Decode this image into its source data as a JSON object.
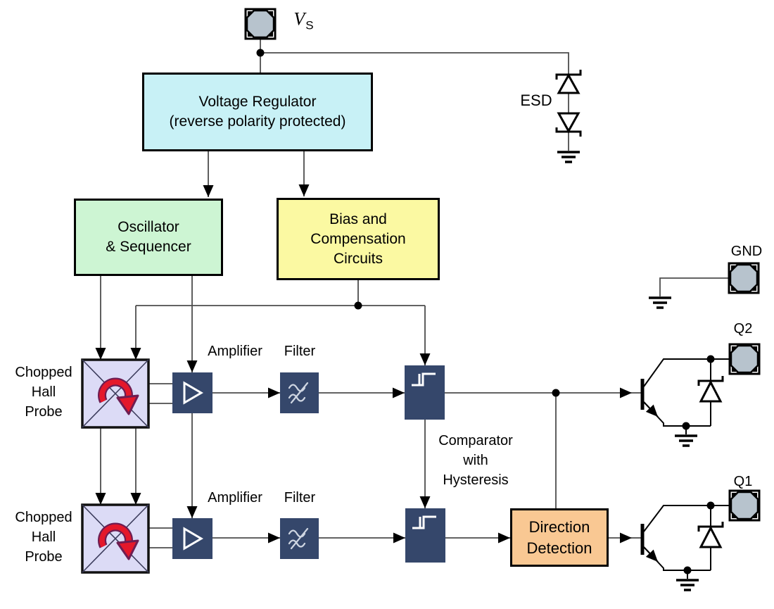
{
  "colors": {
    "wire": "#4d4d4d",
    "regulator_fill": "#c8f1f6",
    "oscillator_fill": "#cdf5d3",
    "bias_fill": "#fbf9a2",
    "direction_fill": "#f9c893",
    "probe_fill": "#dcdbf6",
    "navy": "#35476b",
    "pad_fill": "#b7c3cd",
    "arrow_red": "#e4182b",
    "arrow_outline": "#6e1d52",
    "glyph_white": "#ffffff",
    "filter_glyph": "#cfd6e2"
  },
  "pins": {
    "vs_main": "V",
    "vs_sub": "S",
    "gnd": "GND",
    "q2": "Q2",
    "q1": "Q1"
  },
  "blocks": {
    "regulator": {
      "line1": "Voltage Regulator",
      "line2": "(reverse polarity protected)"
    },
    "oscillator": {
      "line1": "Oscillator",
      "line2": "& Sequencer"
    },
    "bias": {
      "line1": "Bias and",
      "line2": "Compensation",
      "line3": "Circuits"
    },
    "direction": {
      "line1": "Direction",
      "line2": "Detection"
    }
  },
  "labels": {
    "esd": "ESD",
    "probe": {
      "line1": "Chopped",
      "line2": "Hall",
      "line3": "Probe"
    },
    "amplifier": "Amplifier",
    "filter": "Filter",
    "comparator": {
      "line1": "Comparator",
      "line2": "with",
      "line3": "Hysteresis"
    }
  }
}
